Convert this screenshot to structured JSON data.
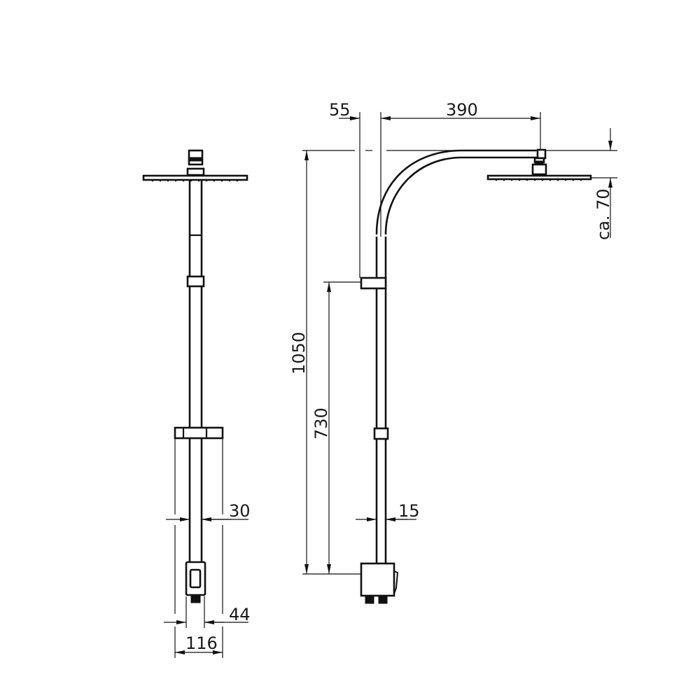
{
  "drawing": {
    "title": "Shower column technical drawing",
    "views": [
      "front-view",
      "side-view"
    ],
    "colors": {
      "line": "#111111",
      "background": "#ffffff"
    }
  },
  "front_view": {
    "dimensions": {
      "pipe_width": "30",
      "mixer_width": "44",
      "shelf_width": "116"
    }
  },
  "side_view": {
    "dimensions": {
      "wall_offset": "55",
      "arm_reach": "390",
      "head_drop": "ca. 70",
      "total_height": "1050",
      "bracket_height": "730",
      "pipe_diameter": "15"
    }
  }
}
